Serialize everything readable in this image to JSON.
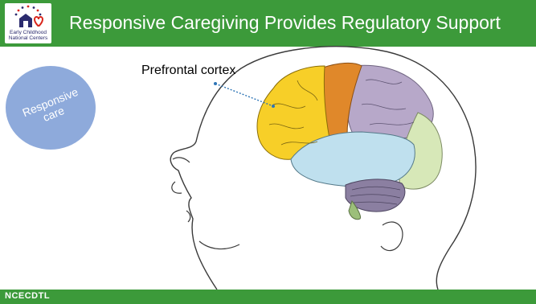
{
  "header": {
    "title": "Responsive Caregiving Provides Regulatory Support",
    "logo_text_line1": "Early Childhood",
    "logo_text_line2": "National Centers"
  },
  "circle": {
    "label_line1": "Responsive",
    "label_line2": "care",
    "color": "#8eaadb"
  },
  "brain_label": "Prefrontal cortex",
  "footer": {
    "text": "NCECDTL"
  },
  "colors": {
    "header_green": "#3c9a3a",
    "prefrontal": "#f7cf28",
    "motor": "#e0882a",
    "parietal": "#b7a8c9",
    "temporal": "#bfe0ee",
    "occipital": "#d7e8b8",
    "cerebellum": "#8b7fa1"
  }
}
